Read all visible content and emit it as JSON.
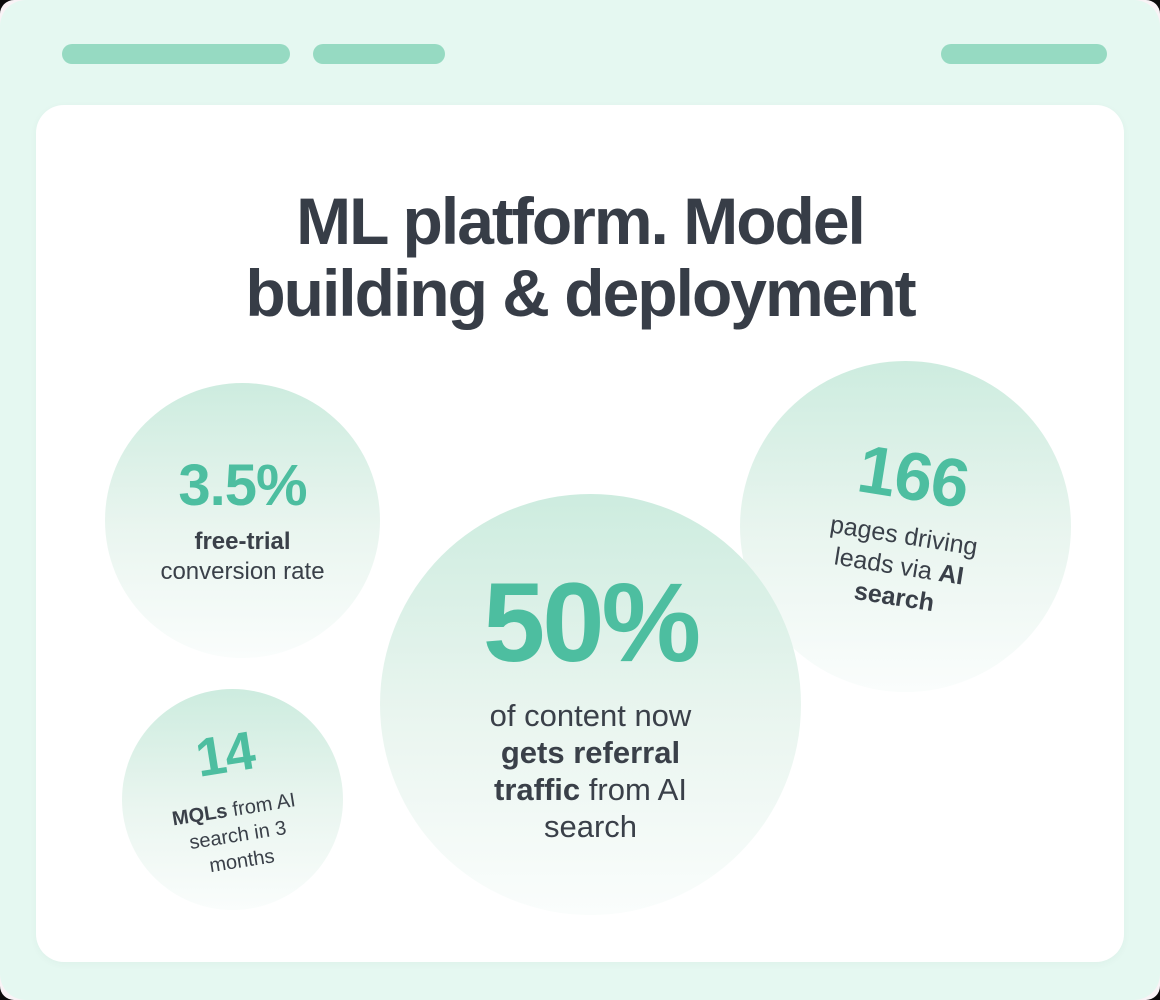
{
  "title": {
    "line1": "ML platform. Model",
    "line2": "building & deployment"
  },
  "colors": {
    "accent_teal": "#4dbea0",
    "frame_mint": "#e5f8f1",
    "pill_mint": "#96dac2",
    "card_white": "#ffffff",
    "text_dark": "#3a4049",
    "title_dark": "#373d47",
    "bubble_gradient_top": "#cdecdf",
    "bubble_gradient_bottom": "#fafdfc"
  },
  "stats": [
    {
      "id": "free-trial-conversion",
      "value": "3.5%",
      "caption_lines": [
        [
          {
            "text": "free-trial",
            "bold": true
          }
        ],
        [
          {
            "text": "conversion rate",
            "bold": false
          }
        ]
      ]
    },
    {
      "id": "referral-traffic",
      "value": "50%",
      "caption_lines": [
        [
          {
            "text": "of content now",
            "bold": false
          }
        ],
        [
          {
            "text": "gets referral",
            "bold": true
          }
        ],
        [
          {
            "text": "traffic",
            "bold": true
          },
          {
            "text": " from AI",
            "bold": false
          }
        ],
        [
          {
            "text": "search",
            "bold": false
          }
        ]
      ]
    },
    {
      "id": "pages-driving-leads",
      "value": "166",
      "caption_lines": [
        [
          {
            "text": "pages driving",
            "bold": false
          }
        ],
        [
          {
            "text": "leads via ",
            "bold": false
          },
          {
            "text": "AI",
            "bold": true
          }
        ],
        [
          {
            "text": "search",
            "bold": true
          }
        ]
      ]
    },
    {
      "id": "mqls-from-ai-search",
      "value": "14",
      "caption_lines": [
        [
          {
            "text": "MQLs",
            "bold": true
          },
          {
            "text": " from AI",
            "bold": false
          }
        ],
        [
          {
            "text": "search in 3",
            "bold": false
          }
        ],
        [
          {
            "text": "months",
            "bold": false
          }
        ]
      ]
    }
  ]
}
